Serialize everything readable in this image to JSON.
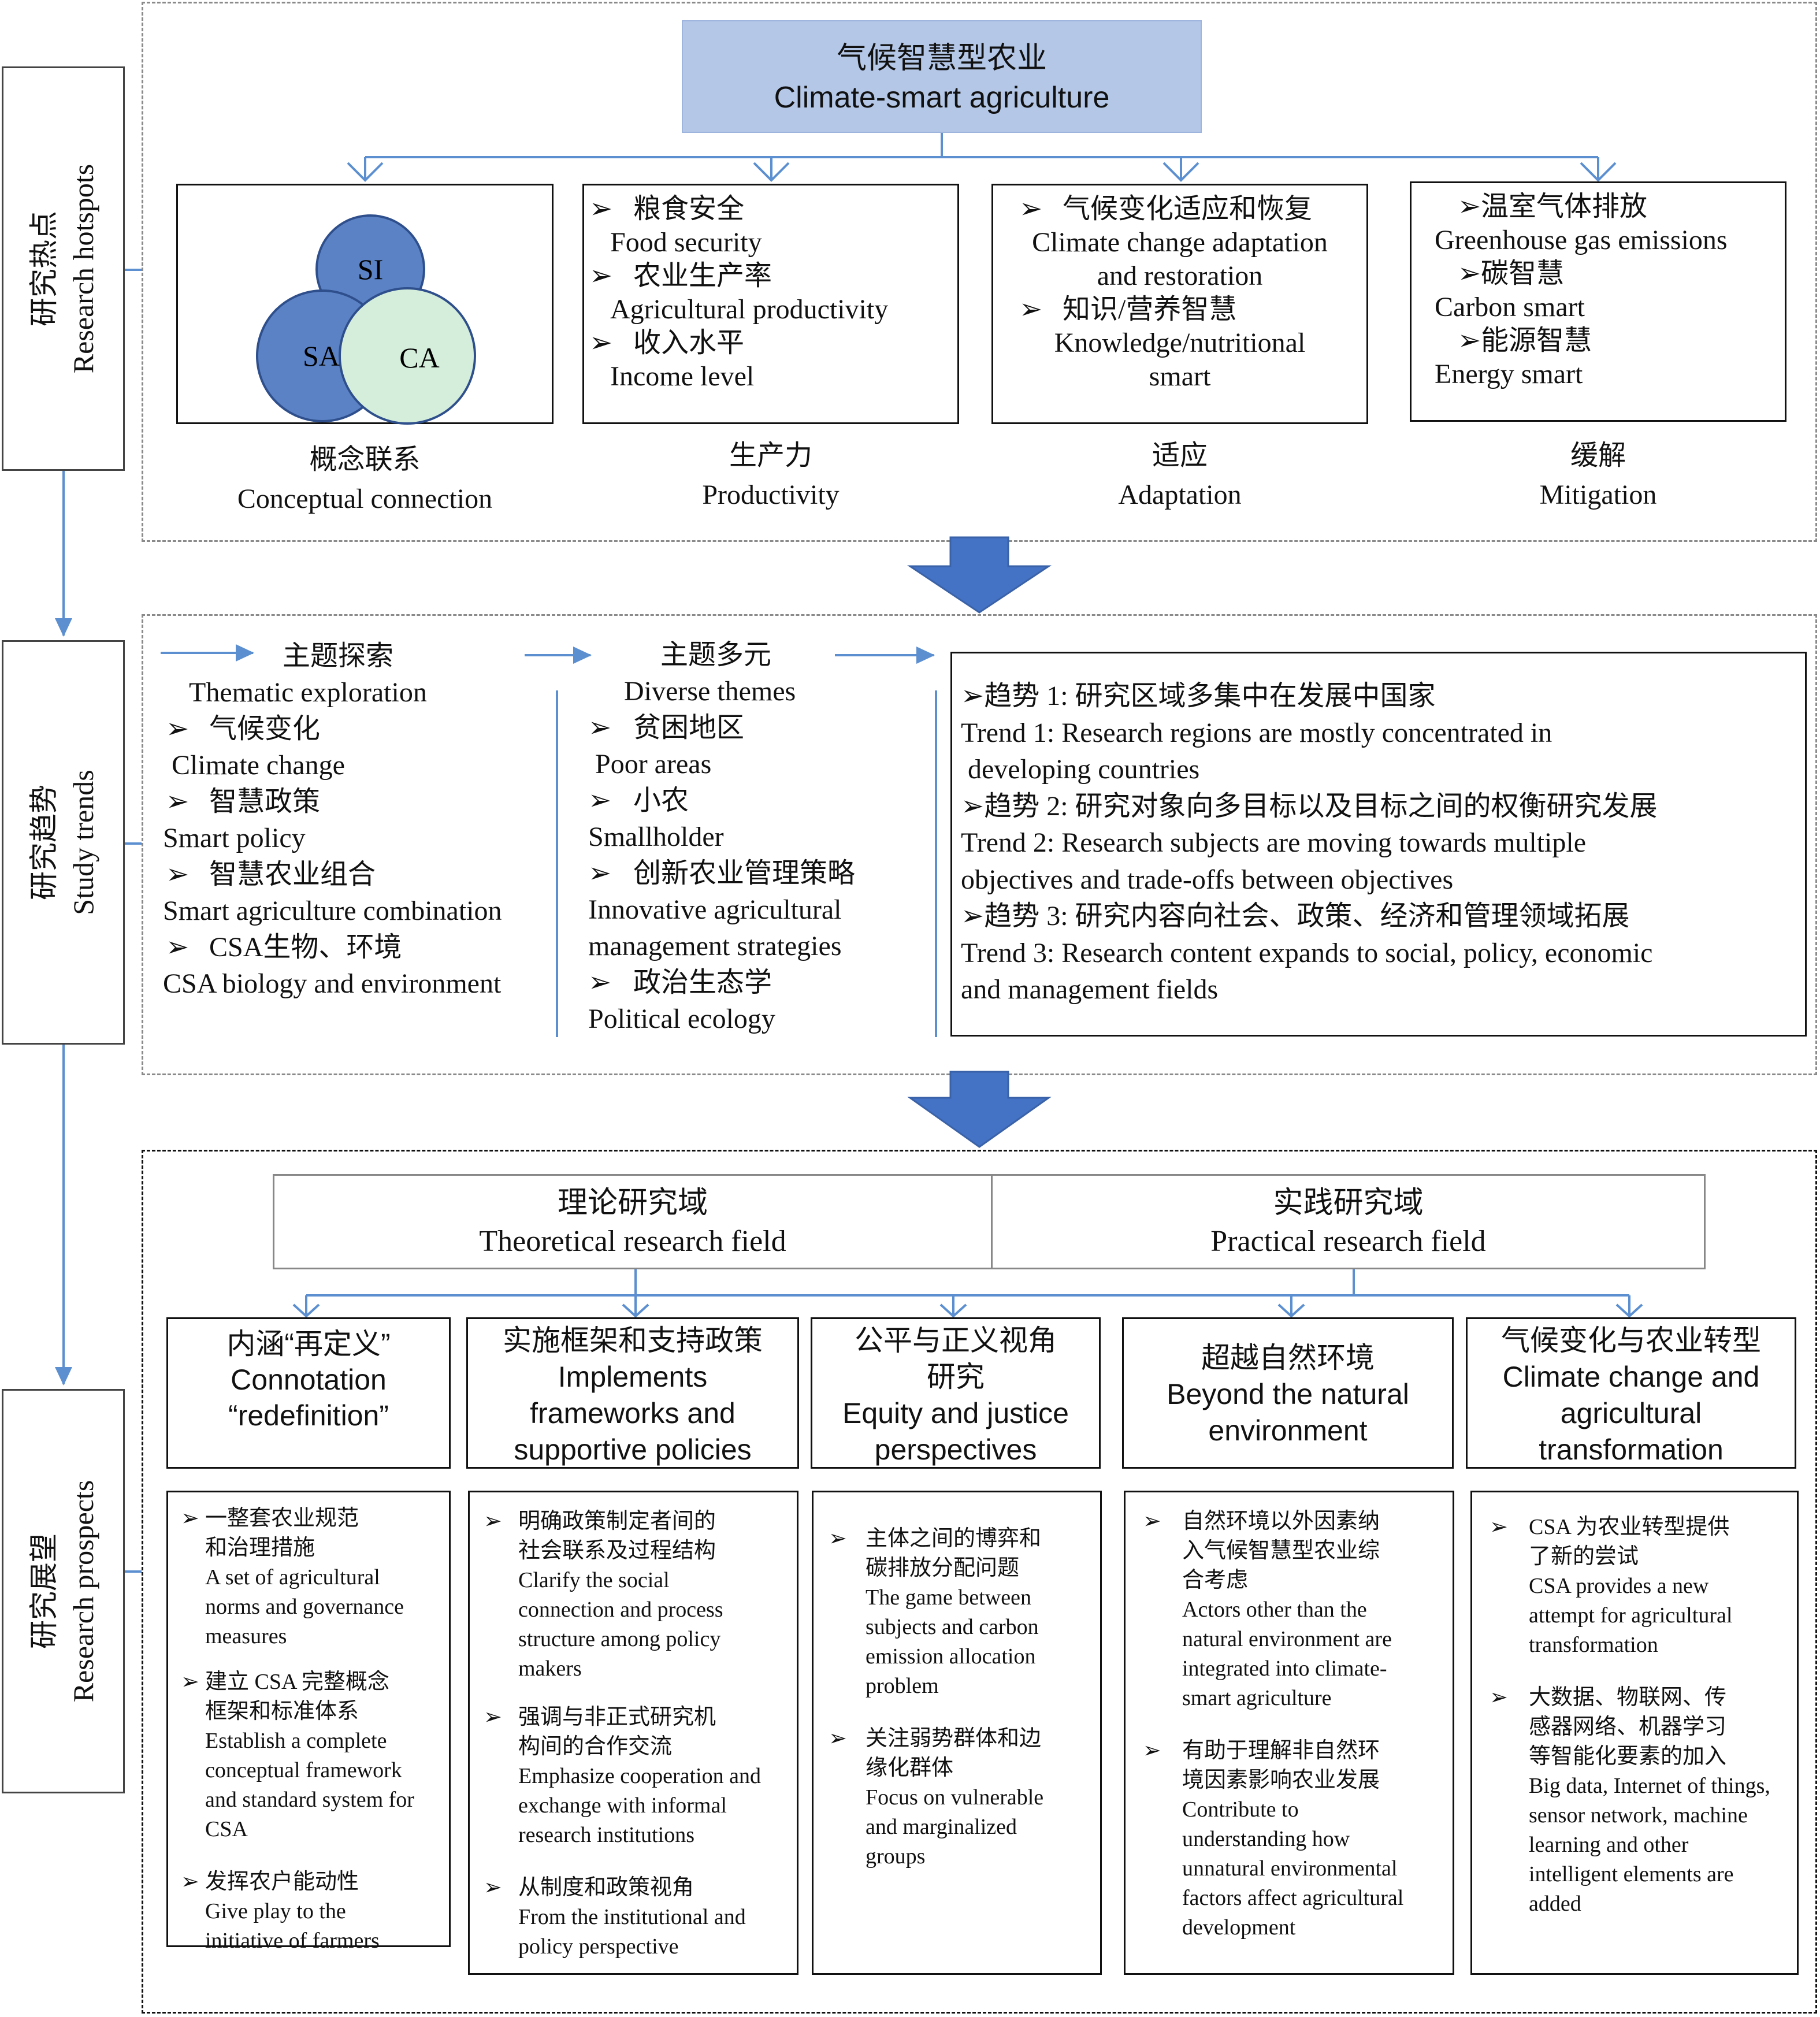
{
  "sidebar": {
    "hotspots": {
      "zh": "研究热点",
      "en": "Research hotspots"
    },
    "trends": {
      "zh": "研究趋势",
      "en": "Study trends"
    },
    "prospects": {
      "zh": "研究展望",
      "en": "Research prospects"
    }
  },
  "hotspots": {
    "title": {
      "zh": "气候智慧型农业",
      "en": "Climate-smart agriculture"
    },
    "venn": {
      "si": "SI",
      "sa": "SA",
      "ca": "CA"
    },
    "categories": [
      {
        "zh": "概念联系",
        "en": "Conceptual connection"
      },
      {
        "zh": "生产力",
        "en": "Productivity"
      },
      {
        "zh": "适应",
        "en": "Adaptation"
      },
      {
        "zh": "缓解",
        "en": "Mitigation"
      }
    ],
    "productivity": [
      "粮食安全",
      "Food security",
      "农业生产率",
      "Agricultural productivity",
      "收入水平",
      "Income level"
    ],
    "adaptation": [
      "气候变化适应和恢复",
      "Climate change adaptation",
      "and restoration",
      "知识/营养智慧",
      "Knowledge/nutritional",
      "smart"
    ],
    "mitigation": [
      "温室气体排放",
      "Greenhouse gas emissions",
      "碳智慧",
      "Carbon smart",
      "能源智慧",
      "Energy smart"
    ]
  },
  "trends": {
    "stage1": {
      "title_zh": "主题探索",
      "title_en": "Thematic exploration",
      "items": [
        "气候变化",
        "Climate change",
        "智慧政策",
        "Smart policy",
        "智慧农业组合",
        "Smart agriculture combination",
        "CSA生物、环境",
        "CSA biology and environment"
      ]
    },
    "stage2": {
      "title_zh": "主题多元",
      "title_en": "Diverse themes",
      "items": [
        "贫困地区",
        "Poor areas",
        "小农",
        "Smallholder",
        "创新农业管理策略",
        "Innovative agricultural",
        "management strategies",
        "政治生态学",
        "Political ecology"
      ]
    },
    "box": [
      "趋势 1: 研究区域多集中在发展中国家",
      "Trend 1: Research regions are mostly concentrated in",
      "developing countries",
      "趋势 2: 研究对象向多目标以及目标之间的权衡研究发展",
      "Trend 2: Research subjects are moving towards multiple",
      "objectives and trade-offs between objectives",
      "趋势 3: 研究内容向社会、政策、经济和管理领域拓展",
      "Trend 3: Research content expands to social, policy, economic",
      "and management fields"
    ]
  },
  "prospects": {
    "theoretical": {
      "zh": "理论研究域",
      "en": "Theoretical research field"
    },
    "practical": {
      "zh": "实践研究域",
      "en": "Practical research field"
    },
    "columns": [
      {
        "head": [
          "内涵“再定义”",
          "Connotation",
          "“redefinition”"
        ],
        "body": [
          [
            "一整套农业规范",
            "和治理措施",
            "A set of agricultural",
            "norms and governance",
            "measures"
          ],
          [
            "建立 CSA 完整概念",
            "框架和标准体系",
            "Establish a complete",
            "conceptual framework",
            "and standard system for",
            "CSA"
          ],
          [
            "发挥农户能动性",
            "Give play to the",
            "initiative of farmers"
          ]
        ]
      },
      {
        "head": [
          "实施框架和支持政策",
          "Implements",
          "frameworks and",
          "supportive policies"
        ],
        "body": [
          [
            "明确政策制定者间的",
            "社会联系及过程结构",
            "Clarify the social",
            "connection and process",
            "structure among policy",
            "makers"
          ],
          [
            "强调与非正式研究机",
            "构间的合作交流",
            "Emphasize cooperation and",
            "exchange with informal",
            "research institutions"
          ],
          [
            "从制度和政策视角",
            "From the institutional and",
            "policy perspective"
          ]
        ]
      },
      {
        "head": [
          "公平与正义视角",
          "研究",
          "Equity and justice",
          "perspectives"
        ],
        "body": [
          [
            "主体之间的博弈和",
            "碳排放分配问题",
            "The game between",
            "subjects and carbon",
            "emission allocation",
            "problem"
          ],
          [
            "关注弱势群体和边",
            "缘化群体",
            "Focus on vulnerable",
            "and marginalized",
            "groups"
          ]
        ]
      },
      {
        "head": [
          "超越自然环境",
          "Beyond the natural",
          "environment"
        ],
        "body": [
          [
            "自然环境以外因素纳",
            "入气候智慧型农业综",
            "合考虑",
            "Actors other than the",
            "natural environment are",
            "integrated into climate-",
            "smart agriculture"
          ],
          [
            "有助于理解非自然环",
            "境因素影响农业发展",
            "Contribute to",
            "understanding how",
            "unnatural environmental",
            "factors affect agricultural",
            "development"
          ]
        ]
      },
      {
        "head": [
          "气候变化与农业转型",
          "Climate change and",
          "agricultural",
          "transformation"
        ],
        "body": [
          [
            "CSA 为农业转型提供",
            "了新的尝试",
            "CSA provides a new",
            "attempt for agricultural",
            "transformation"
          ],
          [
            "大数据、物联网、传",
            "感器网络、机器学习",
            "等智能化要素的加入",
            "Big data, Internet of things,",
            "sensor network, machine",
            "learning and other",
            "intelligent elements are",
            "added"
          ]
        ]
      }
    ]
  },
  "colors": {
    "title_fill": "#b4c7e7",
    "circle_blue": "#5b82c5",
    "circle_green": "#d5eedb",
    "arrow_blue": "#4472c4",
    "line_blue": "#5b8fd0"
  }
}
